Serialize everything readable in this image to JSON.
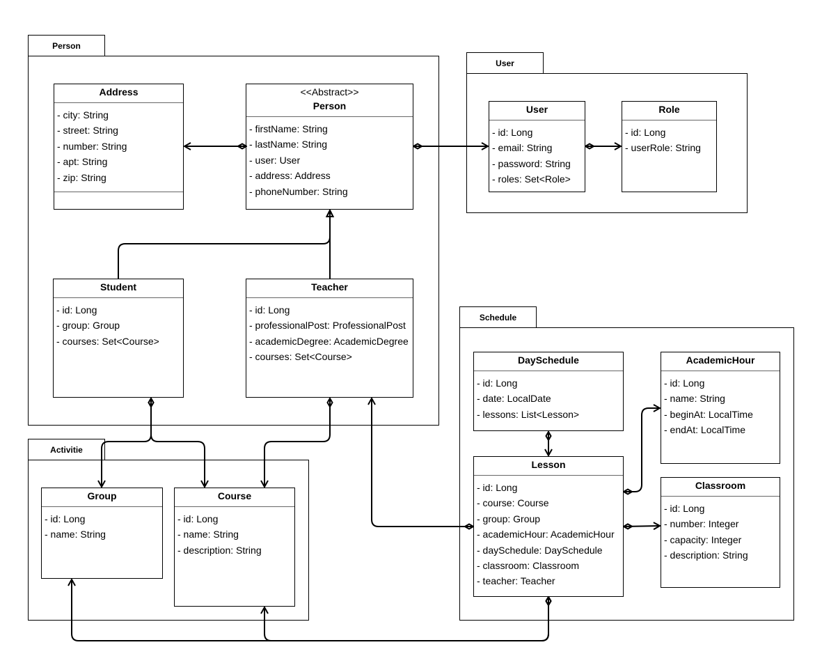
{
  "packages": {
    "person": "Person",
    "user": "User",
    "activitie": "Activitie",
    "schedule": "Schedule"
  },
  "classes": {
    "address": {
      "name": "Address",
      "attrs": [
        "- city: String",
        "- street: String",
        "- number: String",
        "- apt: String",
        "- zip: String"
      ]
    },
    "person": {
      "stereotype": "<<Abstract>>",
      "name": "Person",
      "attrs": [
        "- firstName: String",
        "- lastName: String",
        "- user: User",
        "- address: Address",
        "- phoneNumber: String"
      ]
    },
    "user": {
      "name": "User",
      "attrs": [
        "- id: Long",
        "- email: String",
        "- password: String",
        "- roles: Set<Role>"
      ]
    },
    "role": {
      "name": "Role",
      "attrs": [
        "- id: Long",
        "- userRole: String"
      ]
    },
    "student": {
      "name": "Student",
      "attrs": [
        "- id: Long",
        "- group: Group",
        "- courses: Set<Course>"
      ]
    },
    "teacher": {
      "name": "Teacher",
      "attrs": [
        "- id: Long",
        "- professionalPost: ProfessionalPost",
        "- academicDegree: AcademicDegree",
        "- courses: Set<Course>"
      ]
    },
    "group": {
      "name": "Group",
      "attrs": [
        "- id: Long",
        "- name: String"
      ]
    },
    "course": {
      "name": "Course",
      "attrs": [
        "- id: Long",
        "- name: String",
        "- description: String"
      ]
    },
    "dayschedule": {
      "name": "DaySchedule",
      "attrs": [
        "- id: Long",
        "- date: LocalDate",
        "- lessons: List<Lesson>"
      ]
    },
    "academichour": {
      "name": "AcademicHour",
      "attrs": [
        "- id: Long",
        "- name: String",
        "- beginAt: LocalTime",
        "- endAt: LocalTime"
      ]
    },
    "lesson": {
      "name": "Lesson",
      "attrs": [
        "- id: Long",
        "- course: Course",
        "- group: Group",
        "- academicHour: AcademicHour",
        "- daySchedule: DaySchedule",
        "- classroom: Classroom",
        "- teacher: Teacher"
      ]
    },
    "classroom": {
      "name": "Classroom",
      "attrs": [
        "- id: Long",
        "- number: Integer",
        "- capacity: Integer",
        "- description: String"
      ]
    }
  }
}
